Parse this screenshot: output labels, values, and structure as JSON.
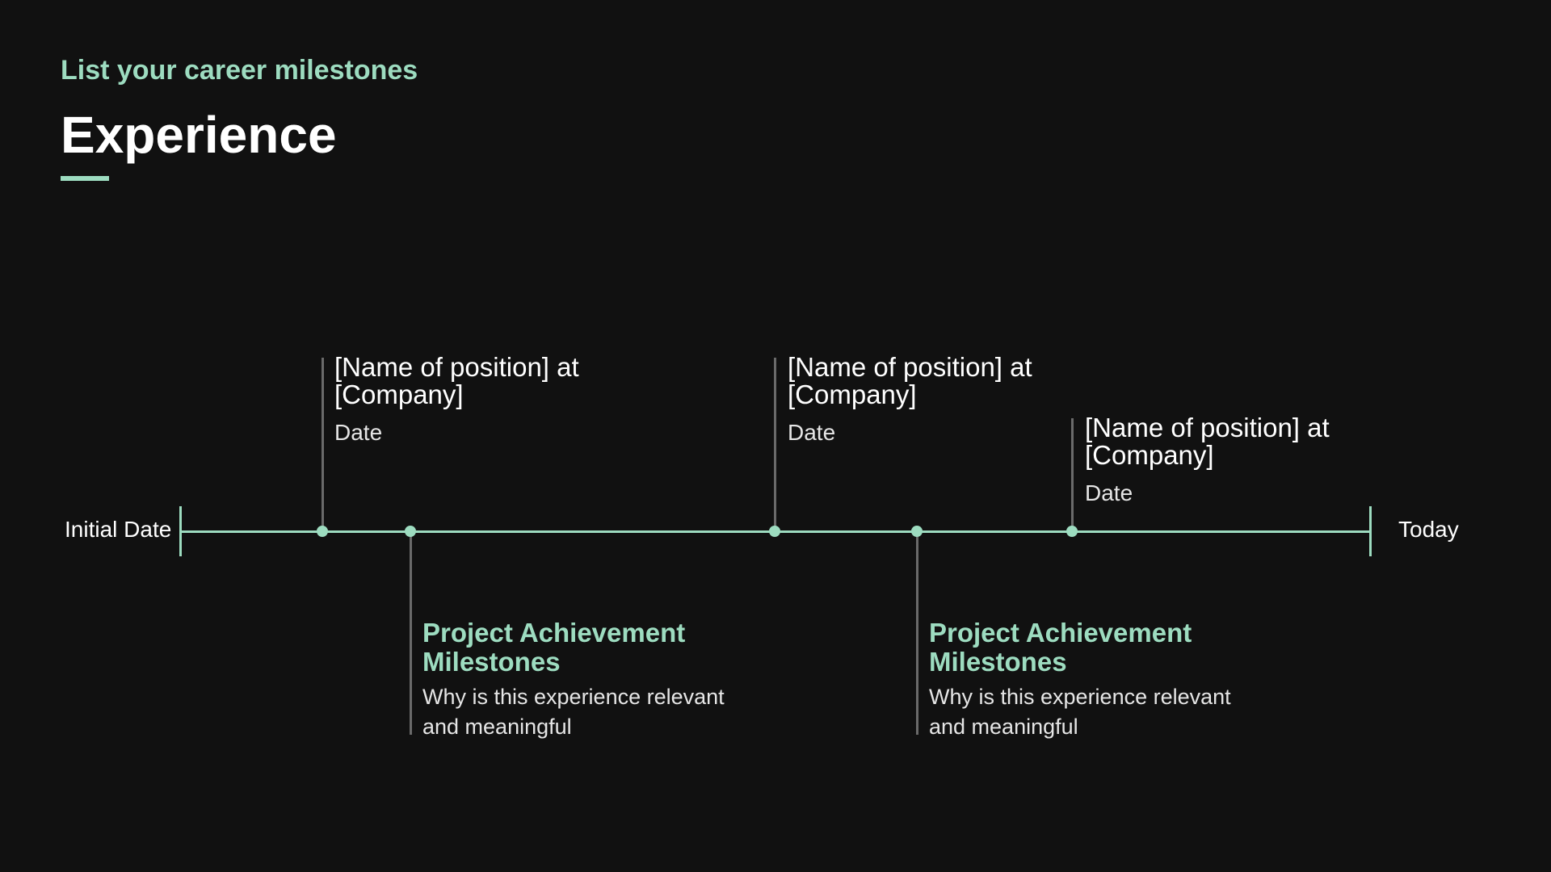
{
  "header": {
    "subtitle": "List your career milestones",
    "title": "Experience"
  },
  "colors": {
    "accent": "#9ddcc0",
    "background": "#111111",
    "text": "#ffffff",
    "stem": "#6a6a6a"
  },
  "timeline": {
    "start_label": "Initial Date",
    "end_label": "Today",
    "positions": [
      {
        "title": "[Name of position] at [Company]",
        "date": "Date"
      },
      {
        "title": "[Name of position] at [Company]",
        "date": "Date"
      },
      {
        "title": "[Name of position] at [Company]",
        "date": "Date"
      }
    ],
    "achievements": [
      {
        "title": "Project Achievement Milestones",
        "description": "Why is this experience relevant and meaningful"
      },
      {
        "title": "Project Achievement Milestones",
        "description": "Why is this experience relevant and meaningful"
      }
    ]
  }
}
